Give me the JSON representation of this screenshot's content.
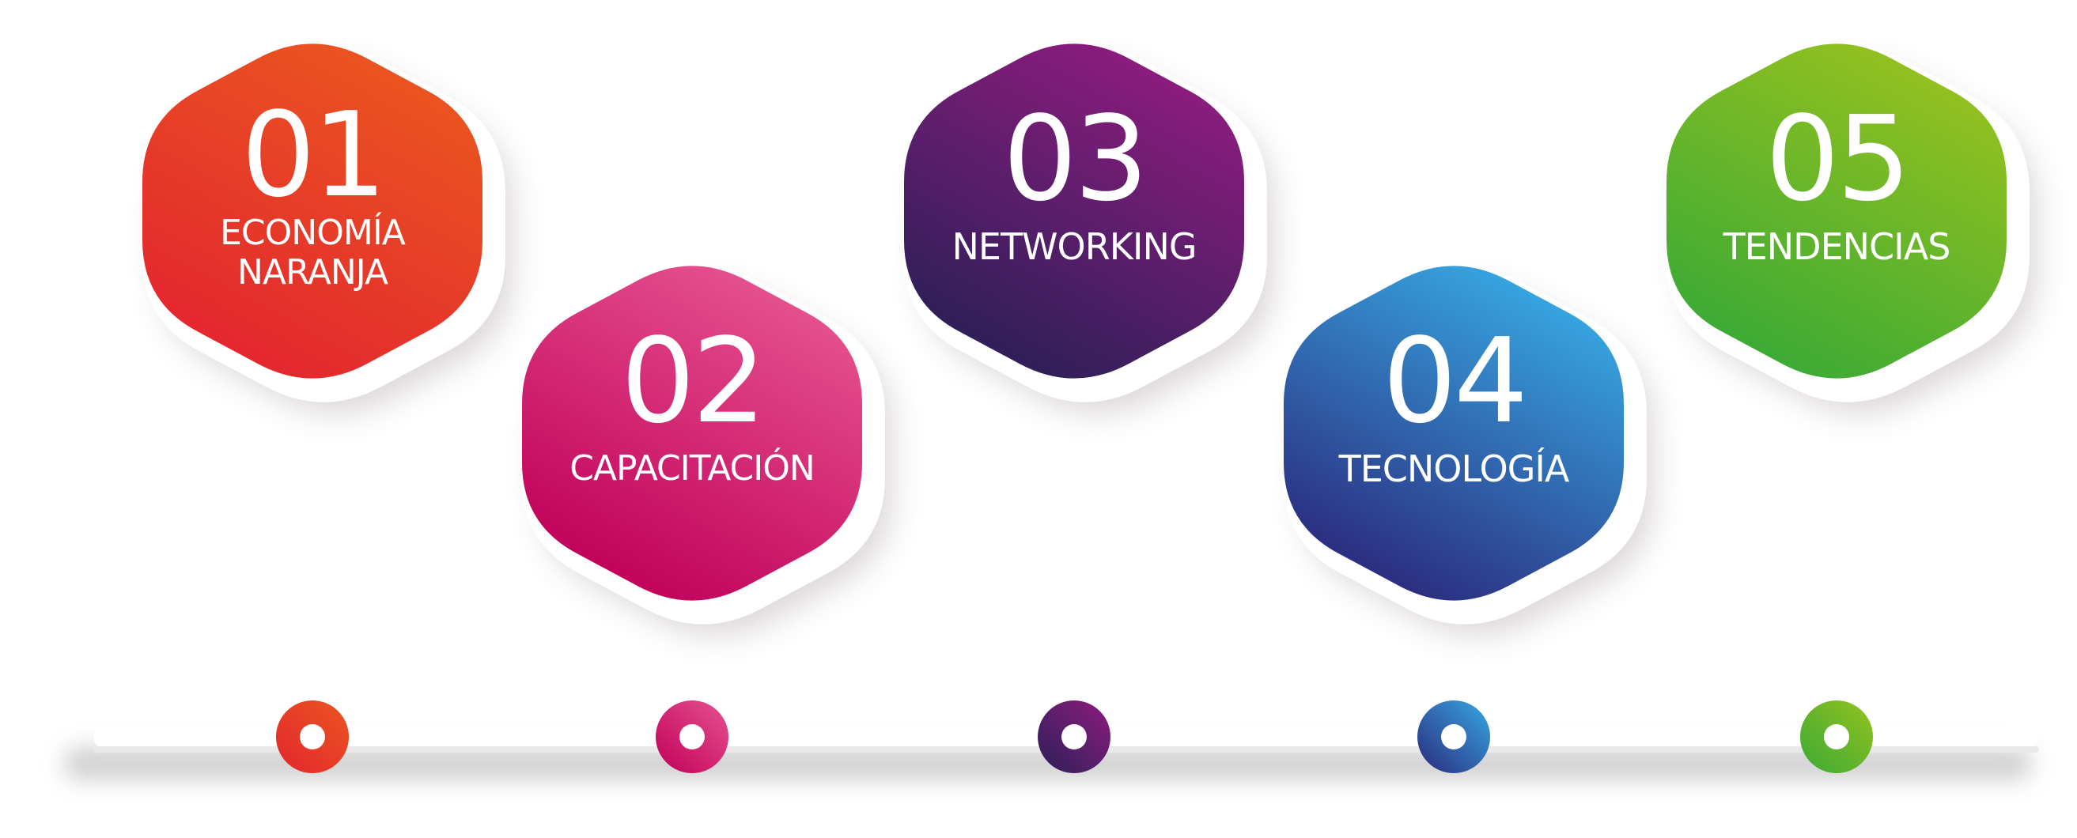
{
  "steps": [
    {
      "number": "01",
      "label": "ECONOMÍA\nNARANJA",
      "colors": [
        "#ea5520",
        "#e3262f"
      ],
      "dot_color": "#e6412a"
    },
    {
      "number": "02",
      "label": "CAPACITACIÓN",
      "colors": [
        "#e6528e",
        "#c0005a"
      ],
      "dot_color": "#d21e6c"
    },
    {
      "number": "03",
      "label": "NETWORKING",
      "colors": [
        "#8e1c7f",
        "#2c1f58"
      ],
      "dot_color": "#5a1c6c"
    },
    {
      "number": "04",
      "label": "TECNOLOGÍA",
      "colors": [
        "#37a8e2",
        "#2b2a7e"
      ],
      "dot_color": "#2f63b0"
    },
    {
      "number": "05",
      "label": "TENDENCIAS",
      "colors": [
        "#95c11f",
        "#3aaa35"
      ],
      "dot_color": "#6db52a"
    }
  ]
}
